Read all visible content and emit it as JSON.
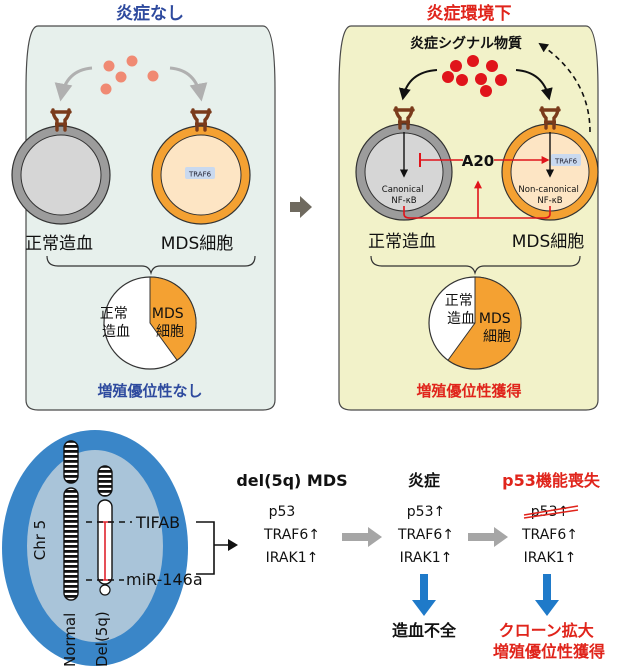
{
  "panels": {
    "left": {
      "title": "炎症なし",
      "cell_normal_label": "正常造血",
      "cell_mds_label": "MDS細胞",
      "traf6_label": "TRAF6",
      "pie_normal_label": [
        "正常",
        "造血"
      ],
      "pie_mds_label": [
        "MDS",
        "細胞"
      ],
      "pie_mds_fraction": 0.4,
      "footer": "増殖優位性なし"
    },
    "right": {
      "title": "炎症環境下",
      "signal_label": "炎症シグナル物質",
      "canonical_label": [
        "Canonical",
        "NF-κB"
      ],
      "noncanonical_label": [
        "Non-canonical",
        "NF-κB"
      ],
      "a20_label": "A20",
      "traf6_label": "TRAF6",
      "cell_normal_label": "正常造血",
      "cell_mds_label": "MDS細胞",
      "pie_normal_label": [
        "正常",
        "造血"
      ],
      "pie_mds_label": [
        "MDS",
        "細胞"
      ],
      "pie_mds_fraction": 0.6,
      "footer": "増殖優位性獲得"
    }
  },
  "chromosome": {
    "chr_label": "Chr 5",
    "normal_label": "Normal",
    "del_label": "Del(5q)",
    "tifab_label": "TIFAB",
    "mir_label": "miR-146a"
  },
  "stages": [
    {
      "title": "del(5q) MDS",
      "genes": [
        "p53",
        "TRAF6",
        "IRAK1"
      ],
      "arrows": [
        "",
        "↑",
        "↑"
      ]
    },
    {
      "title": "炎症",
      "genes": [
        "p53",
        "TRAF6",
        "IRAK1"
      ],
      "arrows": [
        "↑",
        "↑",
        "↑"
      ],
      "outcome": "造血不全"
    },
    {
      "title": "p53機能喪失",
      "genes": [
        "p53",
        "TRAF6",
        "IRAK1"
      ],
      "arrows": [
        "↑",
        "↑",
        "↑"
      ],
      "outcome": [
        "クローン拡大",
        "増殖優位性獲得"
      ]
    }
  ],
  "colors": {
    "blue_title": "#2e4a9e",
    "red_title": "#e0241b",
    "left_bg": "#e7f0ec",
    "right_bg": "#f2f2c9",
    "mds_orange": "#f4a132",
    "grey_cell": "#9c9c9c",
    "particle_salmon": "#f08a73",
    "particle_red": "#e0141b",
    "blue_arrow": "#1f7ac9"
  }
}
